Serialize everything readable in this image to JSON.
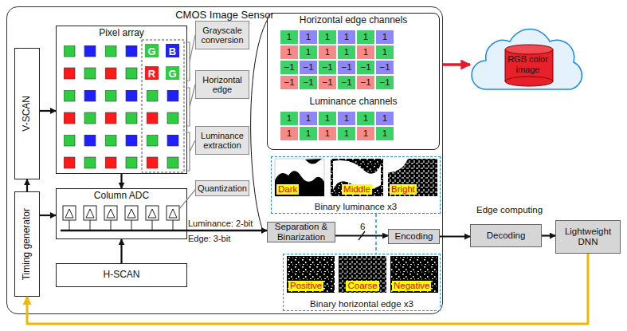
{
  "diagram": {
    "nodes": [
      {
        "text": [
          "CMOS Image Sensor"
        ]
      },
      {
        "text": [
          "V-SCAN"
        ],
        "in": 0
      },
      {
        "text": [
          "Pixel array"
        ],
        "in": 0
      },
      {
        "text": [
          "Grayscale conversion"
        ],
        "in": 0
      },
      {
        "text": [
          "Horizontal edge"
        ],
        "in": 0
      },
      {
        "text": [
          "Luminance extraction"
        ],
        "in": 0
      },
      {
        "text": [
          "Timing generator"
        ],
        "in": 0
      },
      {
        "text": [
          "Column ADC"
        ],
        "in": 0
      },
      {
        "text": [
          "Quantization"
        ],
        "in": 0
      },
      {
        "text": [
          "H-SCAN"
        ],
        "in": 0
      },
      {
        "text": [
          "Horizontal edge channels",
          "Luminance channels"
        ],
        "in": 0
      },
      {
        "text": [
          "Binary luminance x3"
        ],
        "in": 0
      },
      {
        "text": [
          "Dark"
        ],
        "in": 11
      },
      {
        "text": [
          "Middle"
        ],
        "in": 11
      },
      {
        "text": [
          "Bright"
        ],
        "in": 11
      },
      {
        "text": [
          "Separation & Binarization"
        ],
        "in": 0
      },
      {
        "text": [
          "Encoding"
        ],
        "in": 0
      },
      {
        "text": [
          "Binary horizontal edge x3"
        ],
        "in": 0
      },
      {
        "text": [
          "Positive"
        ],
        "in": 17
      },
      {
        "text": [
          "Coarse"
        ],
        "in": 17
      },
      {
        "text": [
          "Negative"
        ],
        "in": 17
      },
      {
        "text": [
          "RGB color image"
        ]
      },
      {
        "text": [
          "Decoding"
        ]
      },
      {
        "text": [
          "Lightweight DNN"
        ]
      }
    ],
    "edges": [
      {
        "from": 1,
        "to": 2,
        "arrow": "to"
      },
      {
        "from": 6,
        "to": 1,
        "arrow": "to"
      },
      {
        "from": 6,
        "to": 7,
        "arrow": "to"
      },
      {
        "from": 2,
        "to": 7,
        "arrow": "to"
      },
      {
        "from": 9,
        "to": 7,
        "arrow": "to"
      },
      {
        "from": 7,
        "to": 15,
        "arrow": "to"
      },
      {
        "from": 15,
        "to": 16,
        "label": "6",
        "arrow": "to"
      },
      {
        "from": 16,
        "to": 22,
        "arrow": "to"
      },
      {
        "from": 22,
        "to": 23,
        "arrow": "to"
      },
      {
        "from": 23,
        "to": 6,
        "arrow": "to"
      },
      {
        "from": 0,
        "to": 21,
        "arrow": "to"
      }
    ],
    "labels": [
      "G",
      "B",
      "R",
      "G",
      "1",
      "1",
      "1",
      "1",
      "1",
      "1",
      "1",
      "1",
      "1",
      "1",
      "1",
      "1",
      "−1",
      "−1",
      "−1",
      "−1",
      "−1",
      "−1",
      "−1",
      "−1",
      "−1",
      "−1",
      "−1",
      "−1",
      "1",
      "1",
      "1",
      "1",
      "1",
      "1",
      "1",
      "1",
      "1",
      "1",
      "1",
      "1",
      "Luminance: 2-bit",
      "Edge: 3-bit",
      "Edge computing"
    ]
  }
}
